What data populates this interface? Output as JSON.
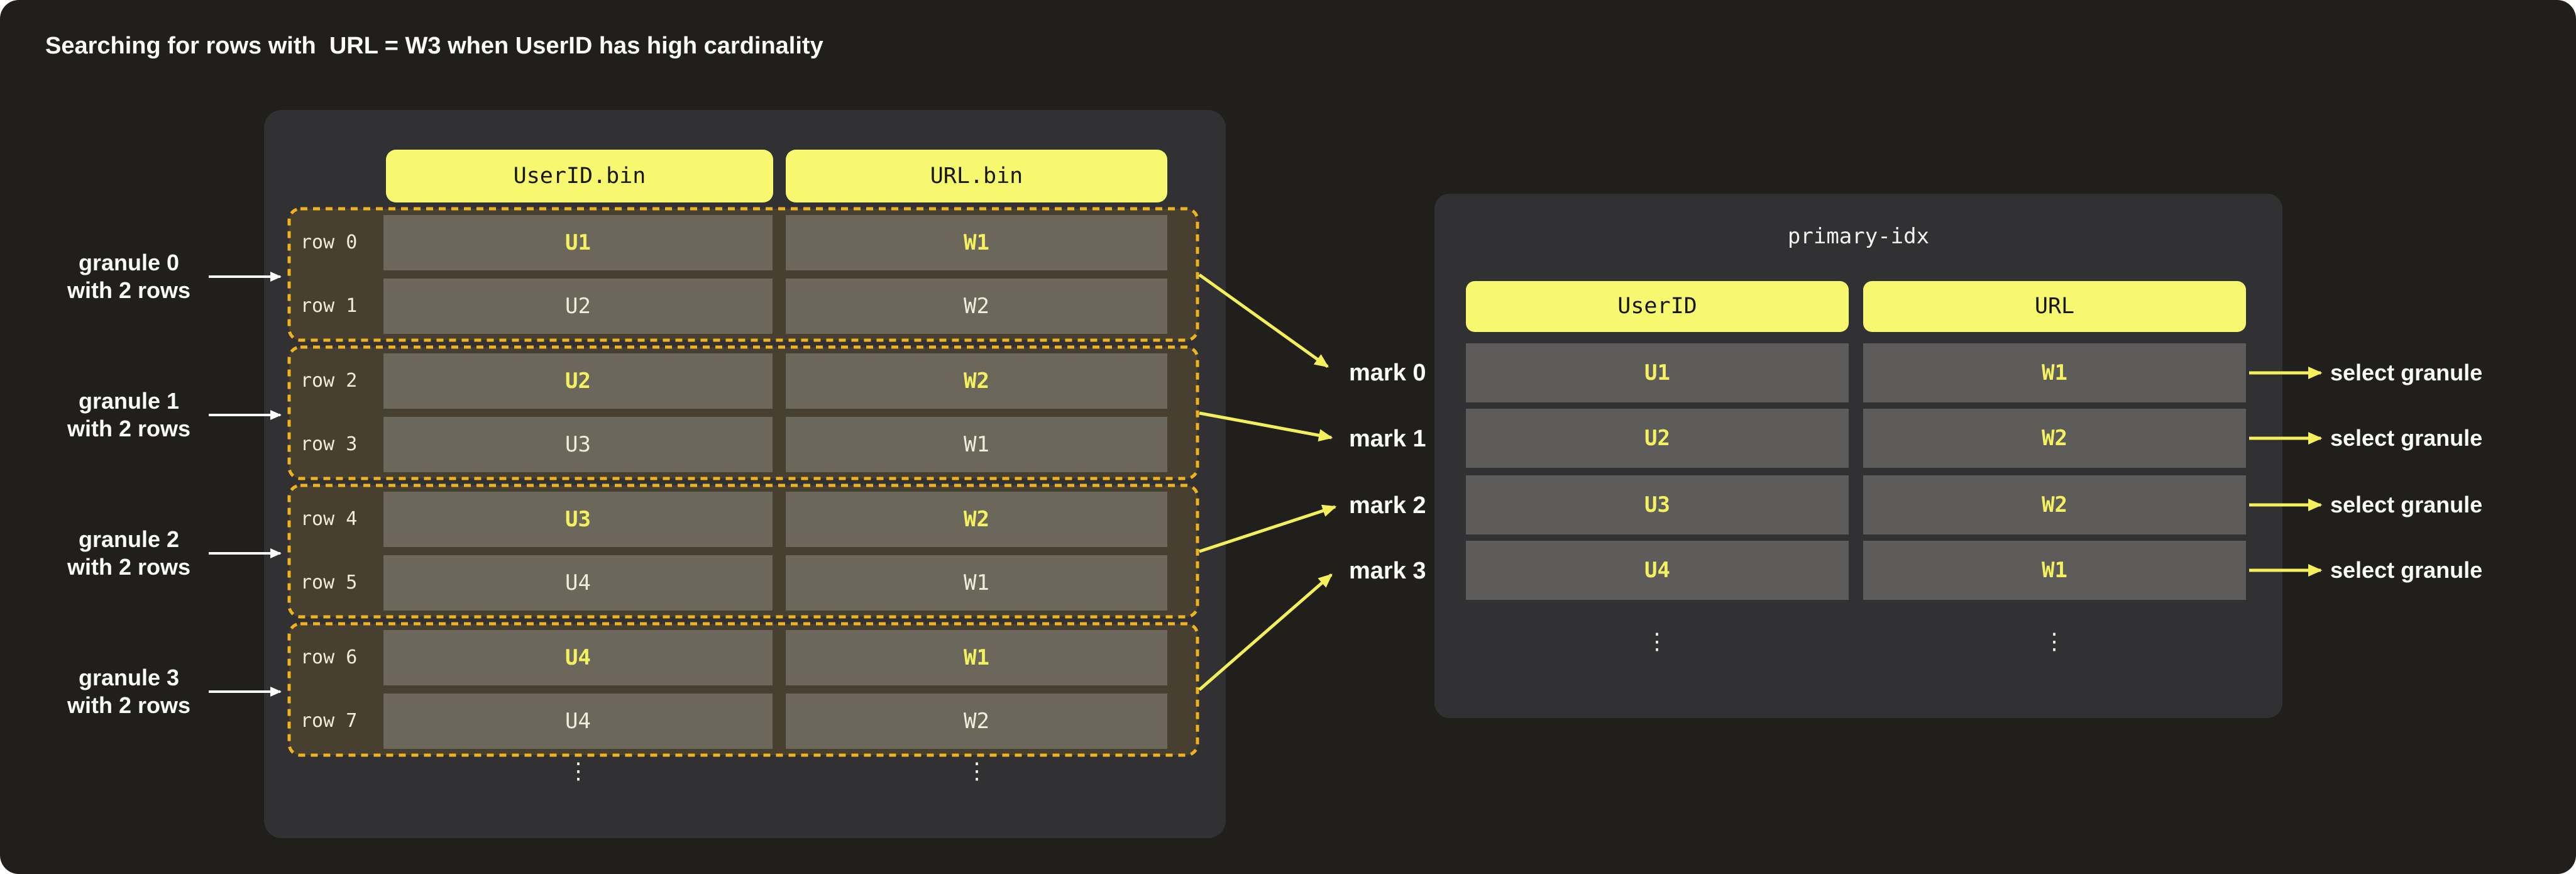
{
  "page": {
    "title": "Searching for rows with  URL = W3 when UserID has high cardinality"
  },
  "bin_table": {
    "column_headers": [
      "UserID.bin",
      "URL.bin"
    ],
    "granules": [
      {
        "label": [
          "granule 0",
          "with 2 rows"
        ],
        "rows": [
          {
            "name": "row 0",
            "values": [
              "U1",
              "W1"
            ],
            "highlighted": true
          },
          {
            "name": "row 1",
            "values": [
              "U2",
              "W2"
            ],
            "highlighted": false
          }
        ]
      },
      {
        "label": [
          "granule 1",
          "with 2 rows"
        ],
        "rows": [
          {
            "name": "row 2",
            "values": [
              "U2",
              "W2"
            ],
            "highlighted": true
          },
          {
            "name": "row 3",
            "values": [
              "U3",
              "W1"
            ],
            "highlighted": false
          }
        ]
      },
      {
        "label": [
          "granule 2",
          "with 2 rows"
        ],
        "rows": [
          {
            "name": "row 4",
            "values": [
              "U3",
              "W2"
            ],
            "highlighted": true
          },
          {
            "name": "row 5",
            "values": [
              "U4",
              "W1"
            ],
            "highlighted": false
          }
        ]
      },
      {
        "label": [
          "granule 3",
          "with 2 rows"
        ],
        "rows": [
          {
            "name": "row 6",
            "values": [
              "U4",
              "W1"
            ],
            "highlighted": true
          },
          {
            "name": "row 7",
            "values": [
              "U4",
              "W2"
            ],
            "highlighted": false
          }
        ]
      }
    ],
    "ellipsis": "⋮"
  },
  "marks": {
    "labels": [
      "mark 0",
      "mark 1",
      "mark 2",
      "mark 3"
    ]
  },
  "primary_index": {
    "title": "primary-idx",
    "column_headers": [
      "UserID",
      "URL"
    ],
    "rows": [
      [
        "U1",
        "W1"
      ],
      [
        "U2",
        "W2"
      ],
      [
        "U3",
        "W2"
      ],
      [
        "U4",
        "W1"
      ]
    ],
    "ellipsis": "⋮",
    "select_labels": [
      "select granule",
      "select granule",
      "select granule",
      "select granule"
    ]
  },
  "colors": {
    "page_background": "#201f1c",
    "panel_background": "#313032",
    "header_pill_yellow": "#f8f870",
    "granule_fill": "#473f30",
    "granule_dashed_border": "#f0b320",
    "bin_cell_fill": "#6c675b",
    "index_cell_fill": "#5d5c5a",
    "highlight_yellow": "#f3f160",
    "arrow_yellow": "#f3f05c",
    "label_white": "#fafaf8",
    "cream_text": "#f1ecdc"
  }
}
